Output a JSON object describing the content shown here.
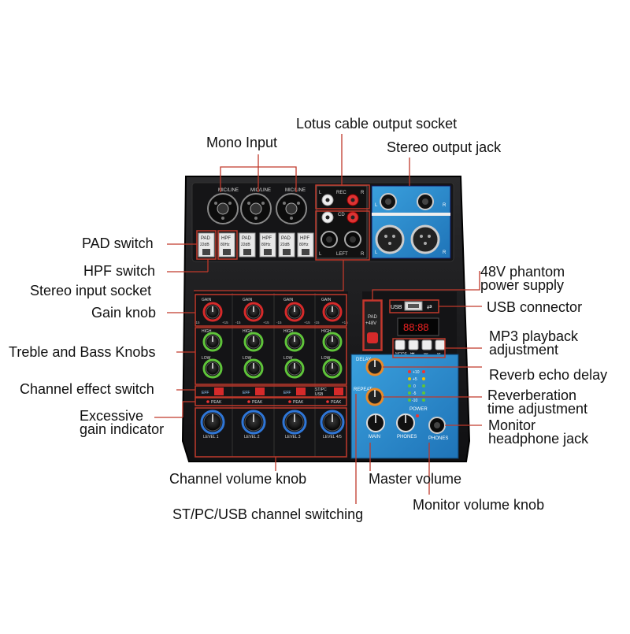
{
  "labels": {
    "lotus": "Lotus cable output socket",
    "mono_input": "Mono Input",
    "stereo_output": "Stereo output jack",
    "pad_switch": "PAD switch",
    "hpf_switch": "HPF switch",
    "stereo_input": "Stereo input socket",
    "gain_knob": "Gain knob",
    "treble_bass": "Treble and Bass Knobs",
    "channel_effect": "Channel effect switch",
    "excessive_gain_1": "Excessive",
    "excessive_gain_2": "gain indicator",
    "phantom_1": "48V phantom",
    "phantom_2": "power supply",
    "usb_connector": "USB connector",
    "mp3_1": "MP3 playback",
    "mp3_2": "adjustment",
    "reverb_delay": "Reverb echo delay",
    "reverb_time_1": "Reverberation",
    "reverb_time_2": "time adjustment",
    "monitor_jack_1": "Monitor",
    "monitor_jack_2": "headphone jack",
    "channel_volume": "Channel volume knob",
    "master_volume": "Master volume",
    "monitor_volume": "Monitor volume knob",
    "st_pc_usb": "ST/PC/USB channel switching"
  },
  "mixer": {
    "mic_line": "MIC/LINE",
    "rec": "REC",
    "cd": "CD",
    "left": "LEFT",
    "l": "L",
    "r": "R",
    "pad": "PAD",
    "db22": "22dB",
    "hpf": "HPF",
    "hz80": "80Hz",
    "gain": "GAIN",
    "high": "HIGH",
    "low": "LOW",
    "eff": "EFF",
    "peak": "PEAK",
    "level_1": "LEVEL 1",
    "level_2": "LEVEL 2",
    "level_3": "LEVEL 3",
    "level_4": "LEVEL 4/5",
    "st_pc": "ST/PC",
    "usb": "USB",
    "pad48": "PAD",
    "v48": "+48V",
    "usb_port": "USB",
    "display": "88:88",
    "mode": "MODE",
    "delay": "DELAY",
    "repeat": "REPEAT",
    "power": "POWER",
    "main": "MAIN",
    "phones": "PHONES",
    "scale_neg": "-15",
    "scale_pos": "+15",
    "meter_1": "+10",
    "meter_2": "+5",
    "meter_3": "0",
    "meter_4": "-5",
    "meter_5": "-10"
  },
  "colors": {
    "panel": "#1b1b1d",
    "blue_panel": "#2f8fd0",
    "red": "#d62a2a",
    "green": "#5fc43a",
    "blue_knob": "#2f76d6",
    "orange": "#e88a2a",
    "leader": "#c0392b"
  }
}
